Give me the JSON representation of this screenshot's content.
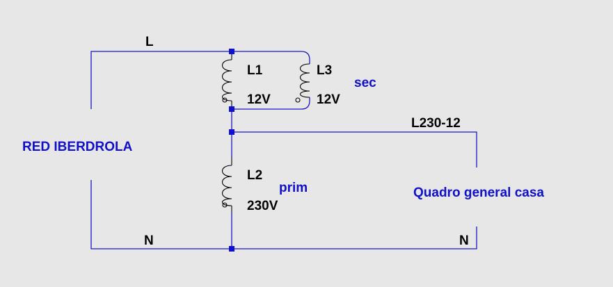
{
  "labels": {
    "line_top": "L",
    "neutral_left": "N",
    "neutral_right": "N",
    "source": "RED IBERDROLA",
    "load": "Quadro general casa",
    "output_line": "L230-12"
  },
  "components": [
    {
      "ref": "L1",
      "value": "12V"
    },
    {
      "ref": "L3",
      "value": "12V",
      "note": "sec"
    },
    {
      "ref": "L2",
      "value": "230V",
      "note": "prim"
    }
  ],
  "colors": {
    "background": "#e7e7e7",
    "wire": "#1818b8",
    "node": "#1010d0",
    "component": "#000000",
    "net_label": "#1010c8"
  }
}
